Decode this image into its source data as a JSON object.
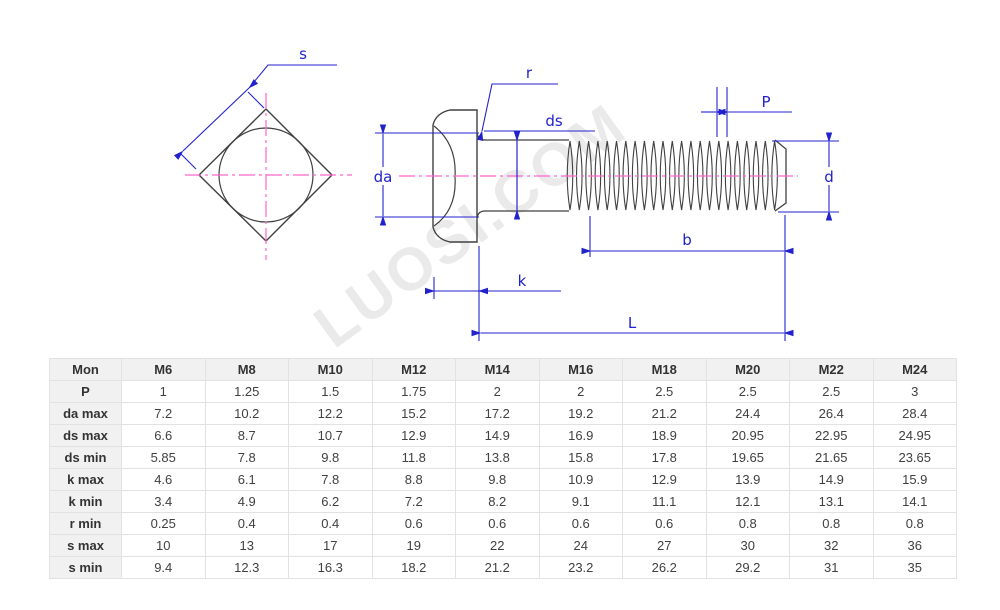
{
  "watermark": {
    "text": "LUOSI.COM"
  },
  "drawing": {
    "labels": {
      "s": "s",
      "r": "r",
      "ds": "ds",
      "p": "P",
      "da": "da",
      "d": "d",
      "b": "b",
      "k": "k",
      "l": "L"
    },
    "colors": {
      "dimension": "#2222cc",
      "centerline": "#ff66cc",
      "outline": "#404040"
    }
  },
  "table": {
    "columns": [
      "Mon",
      "M6",
      "M8",
      "M10",
      "M12",
      "M14",
      "M16",
      "M18",
      "M20",
      "M22",
      "M24"
    ],
    "rows": [
      {
        "label": "P",
        "values": [
          "1",
          "1.25",
          "1.5",
          "1.75",
          "2",
          "2",
          "2.5",
          "2.5",
          "2.5",
          "3"
        ]
      },
      {
        "label": "da max",
        "values": [
          "7.2",
          "10.2",
          "12.2",
          "15.2",
          "17.2",
          "19.2",
          "21.2",
          "24.4",
          "26.4",
          "28.4"
        ]
      },
      {
        "label": "ds max",
        "values": [
          "6.6",
          "8.7",
          "10.7",
          "12.9",
          "14.9",
          "16.9",
          "18.9",
          "20.95",
          "22.95",
          "24.95"
        ]
      },
      {
        "label": "ds min",
        "values": [
          "5.85",
          "7.8",
          "9.8",
          "11.8",
          "13.8",
          "15.8",
          "17.8",
          "19.65",
          "21.65",
          "23.65"
        ]
      },
      {
        "label": "k max",
        "values": [
          "4.6",
          "6.1",
          "7.8",
          "8.8",
          "9.8",
          "10.9",
          "12.9",
          "13.9",
          "14.9",
          "15.9"
        ]
      },
      {
        "label": "k min",
        "values": [
          "3.4",
          "4.9",
          "6.2",
          "7.2",
          "8.2",
          "9.1",
          "11.1",
          "12.1",
          "13.1",
          "14.1"
        ]
      },
      {
        "label": "r min",
        "values": [
          "0.25",
          "0.4",
          "0.4",
          "0.6",
          "0.6",
          "0.6",
          "0.6",
          "0.8",
          "0.8",
          "0.8"
        ]
      },
      {
        "label": "s max",
        "values": [
          "10",
          "13",
          "17",
          "19",
          "22",
          "24",
          "27",
          "30",
          "32",
          "36"
        ]
      },
      {
        "label": "s min",
        "values": [
          "9.4",
          "12.3",
          "16.3",
          "18.2",
          "21.2",
          "23.2",
          "26.2",
          "29.2",
          "31",
          "35"
        ]
      }
    ]
  }
}
